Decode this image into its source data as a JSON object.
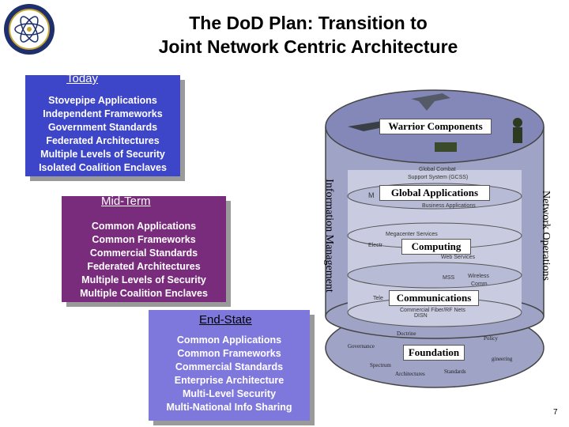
{
  "title": {
    "line1": "The DoD Plan:  Transition to",
    "line2": "Joint Network Centric Architecture"
  },
  "colors": {
    "today_panel": "#3d45c8",
    "midterm_panel": "#7a2c7c",
    "endstate_panel": "#7f78dc",
    "cylinder": "#9fa3c6",
    "inner_cylinder": "#c9cbe0"
  },
  "today": {
    "heading": "Today",
    "items": [
      "Stovepipe Applications",
      "Independent Frameworks",
      "Government Standards",
      "Federated Architectures",
      "Multiple Levels of Security",
      "Isolated Coalition Enclaves"
    ]
  },
  "midterm": {
    "heading": "Mid-Term",
    "items": [
      "Common Applications",
      "Common Frameworks",
      "Commercial Standards",
      "Federated Architectures",
      "Multiple Levels of Security",
      "Multiple Coalition Enclaves"
    ]
  },
  "endstate": {
    "heading": "End-State",
    "items": [
      "Common Applications",
      "Common Frameworks",
      "Commercial Standards",
      "Enterprise Architecture",
      "Multi-Level Security",
      "Multi-National Info Sharing"
    ]
  },
  "diagram": {
    "left_side": "Information Management",
    "right_side": "Network Operations",
    "warrior": "Warrior Components",
    "global_apps": "Global Applications",
    "gccs": "Global Combat",
    "gccs2": "Support System (GCSS)",
    "business_apps": "Business Applications",
    "m_fragment": "M",
    "computing": "Computing",
    "megacenter": "Megacenter Services",
    "elec_fragment": "Electr",
    "web_services": "Web Services",
    "communications": "Communications",
    "mss": "MSS",
    "wireless": "Wireless",
    "wireless2": "Comm",
    "tele_fragment": "Tele",
    "commercial_fiber": "Commercial Fiber/RF Nets",
    "dish": "DISN",
    "foundation": "Foundation",
    "doctrine": "Doctrine",
    "policy": "Policy",
    "governance": "Governance",
    "engineering": "gineering",
    "spectrum": "Spectrum",
    "architectures": "Architectures",
    "standards": "Standards"
  },
  "page_number": "7"
}
